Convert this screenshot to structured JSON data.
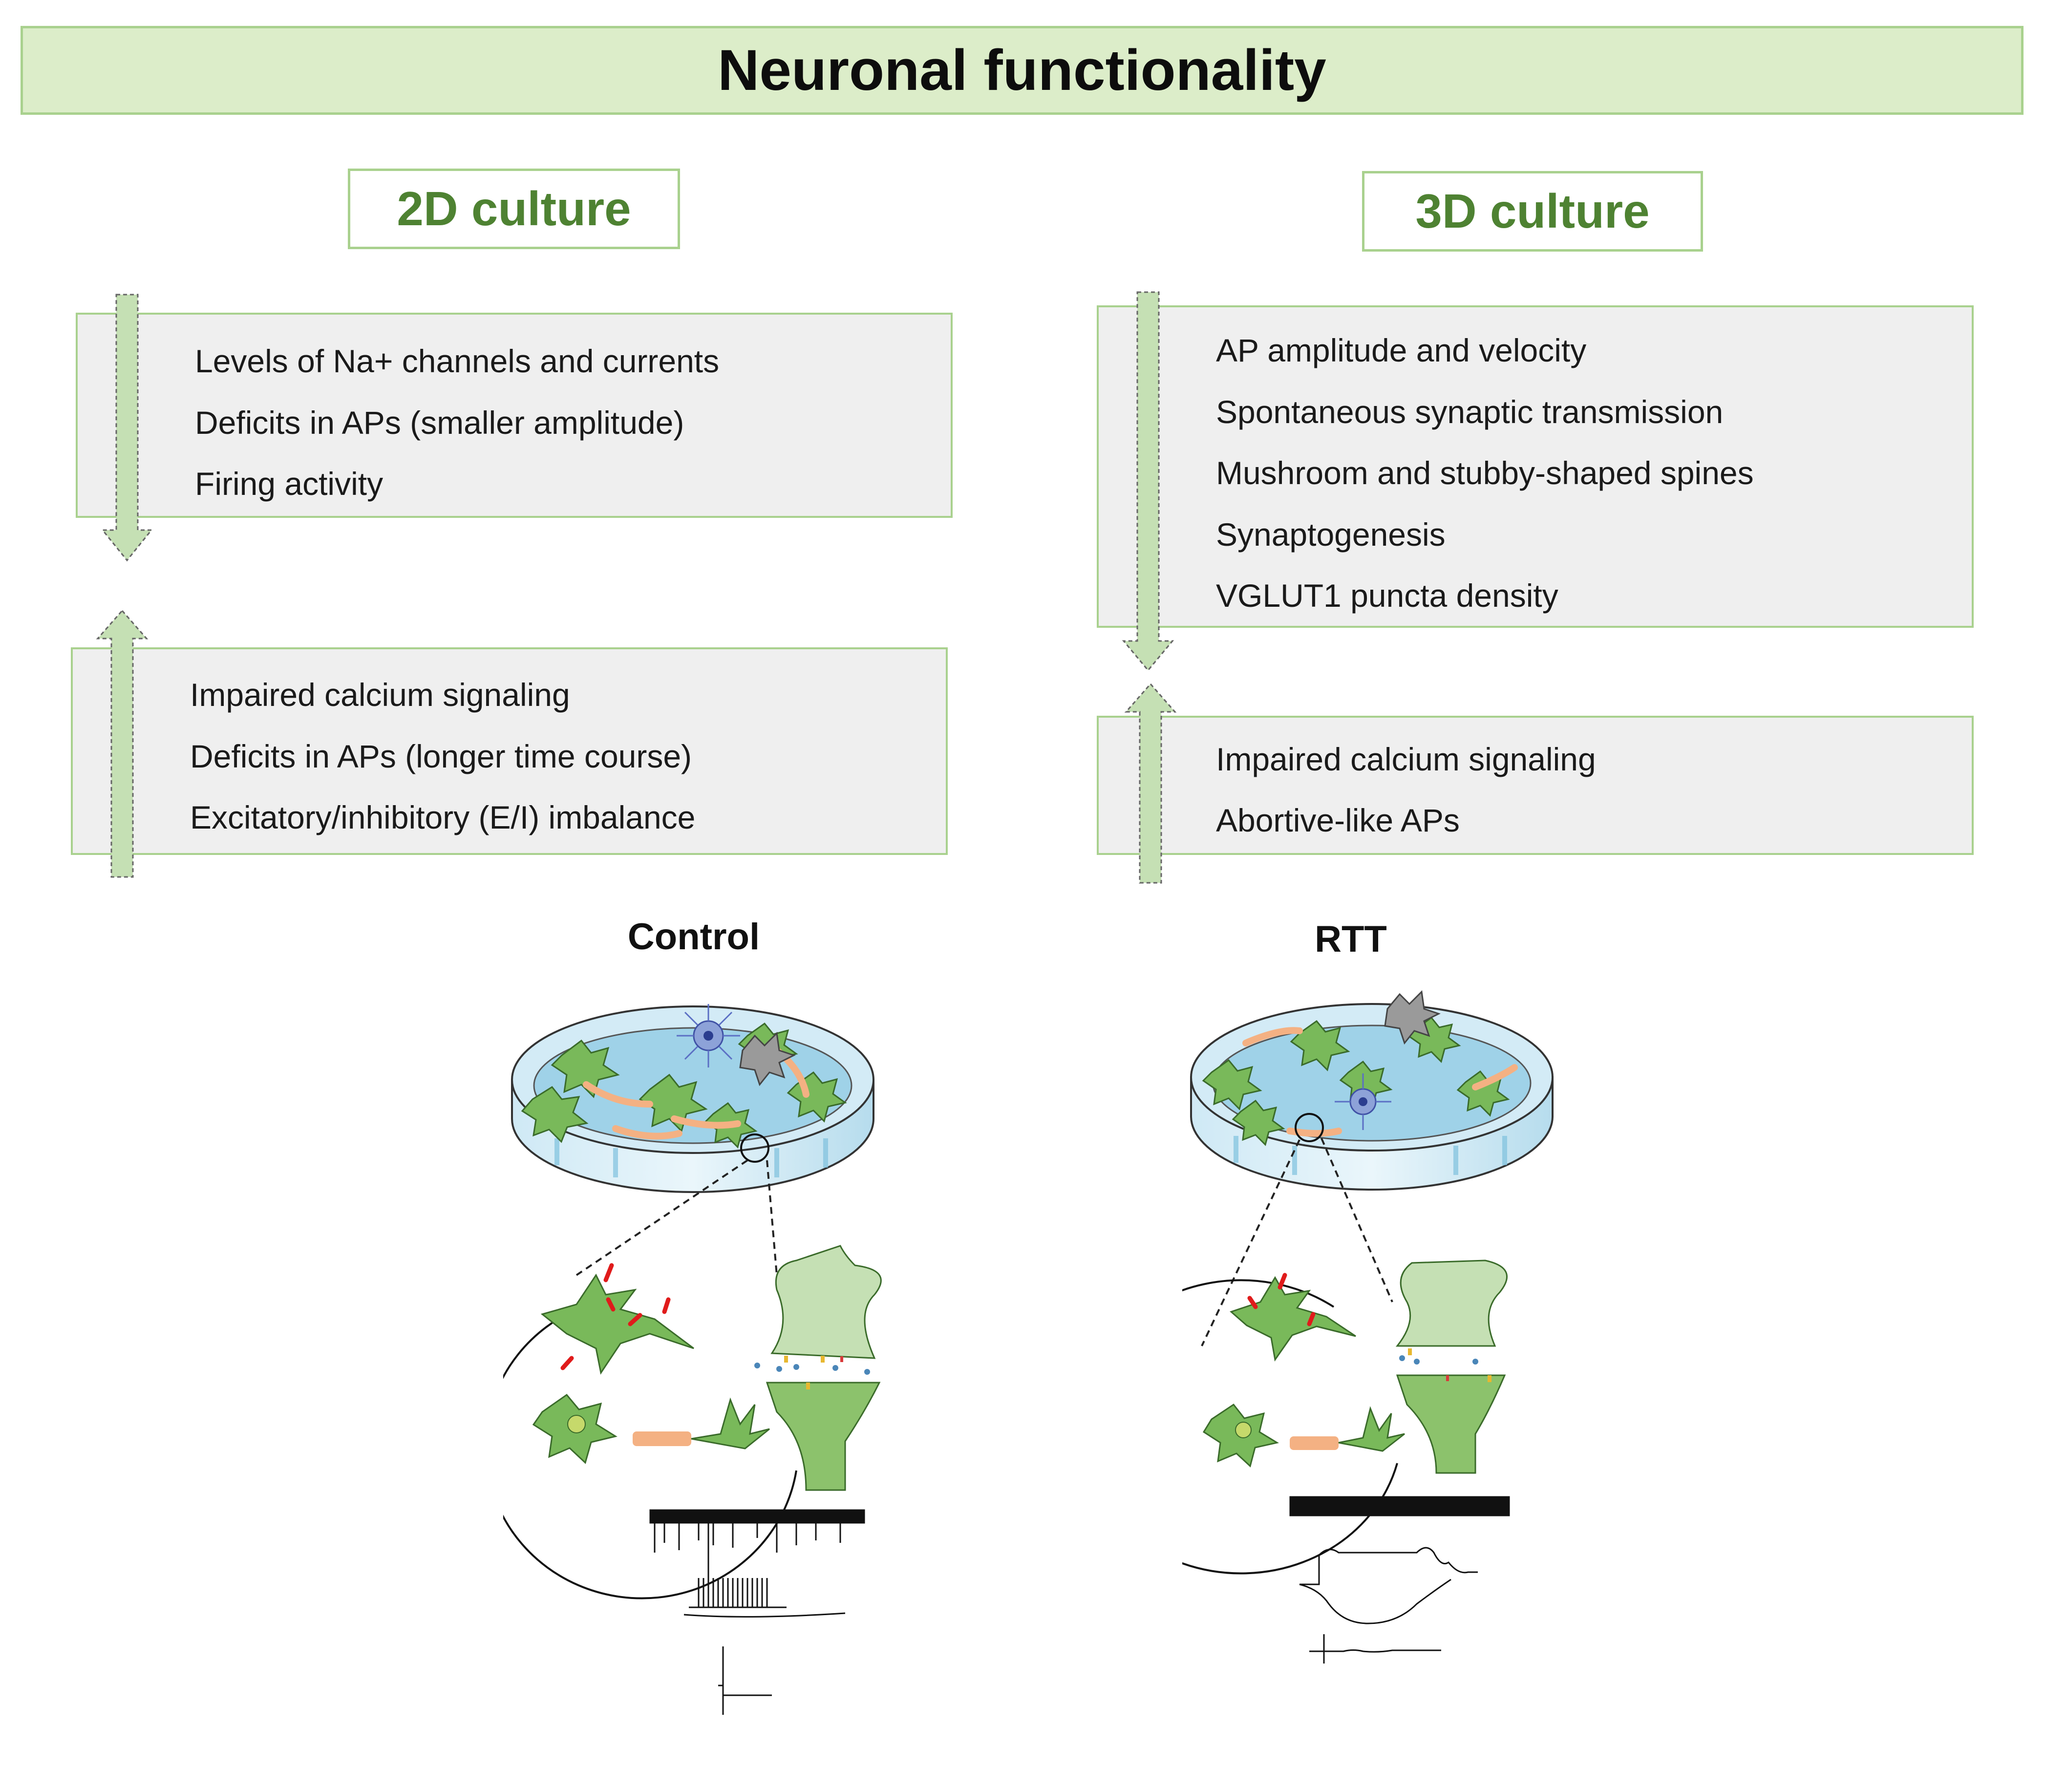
{
  "title": "Neuronal functionality",
  "cultures": [
    {
      "label": "2D culture",
      "decreased": [
        "Levels of Na+ channels and currents",
        "Deficits in APs (smaller amplitude)",
        "Firing activity"
      ],
      "increased": [
        "Impaired calcium signaling",
        "Deficits in APs (longer time course)",
        "Excitatory/inhibitory (E/I) imbalance"
      ]
    },
    {
      "label": "3D culture",
      "decreased": [
        "AP amplitude and velocity",
        "Spontaneous synaptic transmission",
        "Mushroom and stubby-shaped spines",
        "Synaptogenesis",
        "VGLUT1 puncta density"
      ],
      "increased": [
        "Impaired calcium signaling",
        "Abortive-like APs"
      ]
    }
  ],
  "conditions": {
    "control": "Control",
    "rtt": "RTT"
  },
  "colors": {
    "banner_fill": "#dcedc9",
    "accent_border": "#a9d18e",
    "culture_text": "#4e8232",
    "panel_fill": "#efefef",
    "arrow_fill": "#c5e0b4",
    "neuron_green": "#6aa84f",
    "axon_orange": "#f4b183",
    "dish_blue": "#bfe0ef"
  },
  "icons": {
    "decrease": "down-arrow-icon",
    "increase": "up-arrow-icon",
    "dish": "petri-dish-icon",
    "synapse": "synapse-icon",
    "trace": "electrophysiology-trace-icon"
  }
}
